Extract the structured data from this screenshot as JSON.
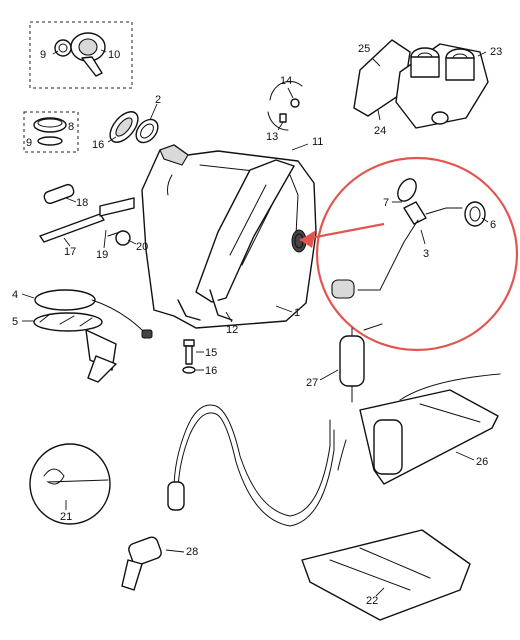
{
  "callouts": {
    "c1": "1",
    "c2": "2",
    "c3": "3",
    "c4": "4",
    "c5": "5",
    "c6": "6",
    "c7": "7",
    "c8": "8",
    "c9a": "9",
    "c9b": "9",
    "c10": "10",
    "c11": "11",
    "c12": "12",
    "c13": "13",
    "c14": "14",
    "c15": "15",
    "c16a": "16",
    "c16b": "16",
    "c17": "17",
    "c18": "18",
    "c19": "19",
    "c20": "20",
    "c21": "21",
    "c22": "22",
    "c23": "23",
    "c24": "24",
    "c25": "25",
    "c26": "26",
    "c27": "27",
    "c28": "28"
  },
  "colors": {
    "line": "#111111",
    "highlight": "#e2554f",
    "background": "#ffffff"
  }
}
